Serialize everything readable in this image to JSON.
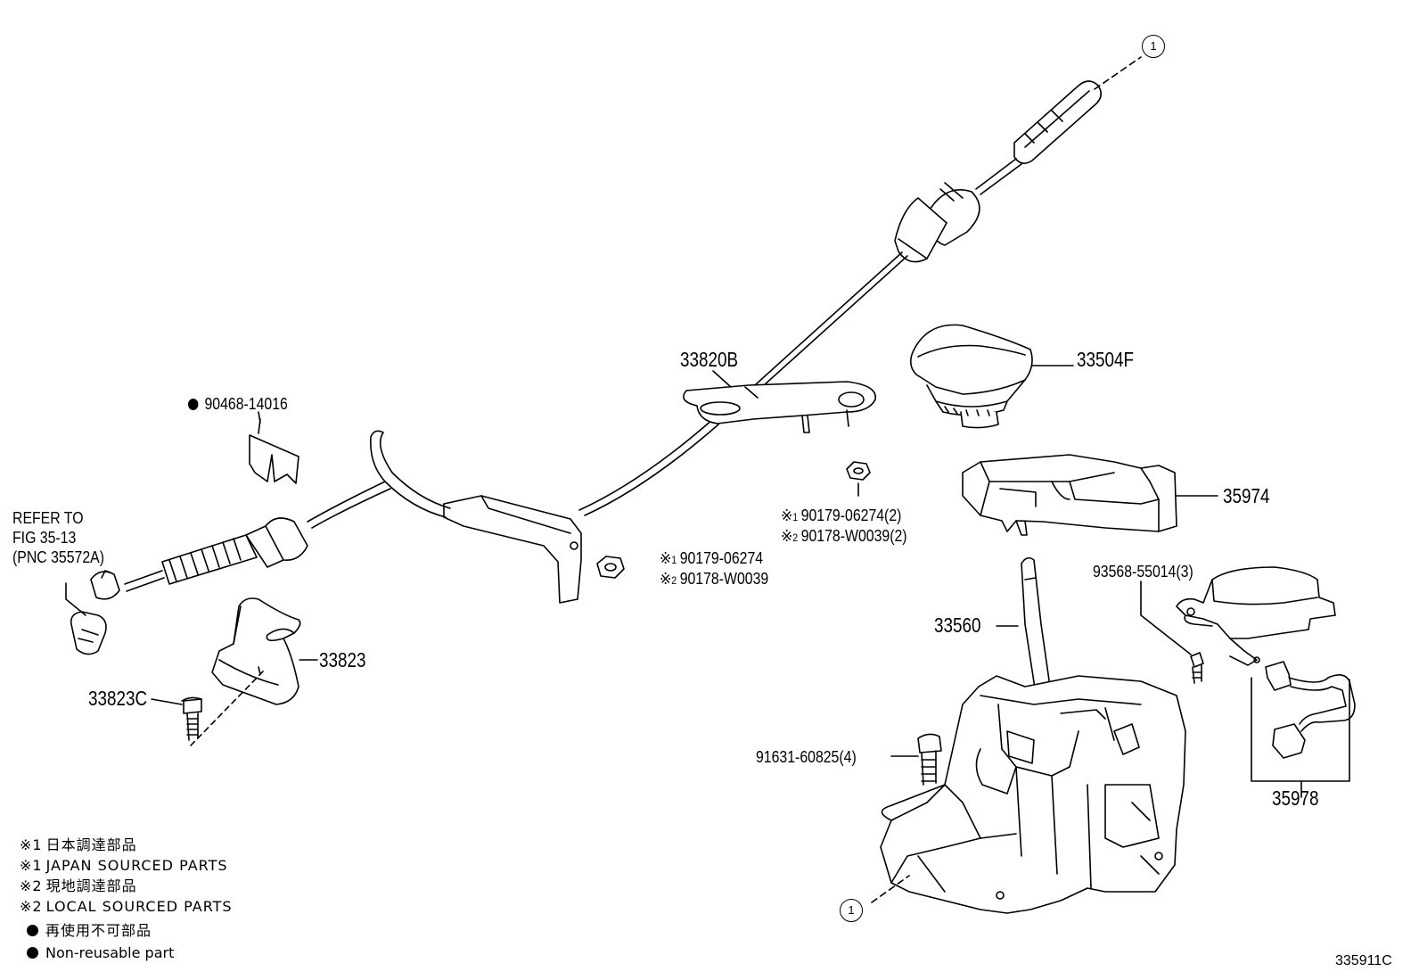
{
  "labels": {
    "p33820B": "33820B",
    "p33504F": "33504F",
    "p35974": "35974",
    "p33560": "33560",
    "p33823": "33823",
    "p33823C": "33823C",
    "p35978": "35978",
    "p90468": "90468-14016",
    "refer_line1": "REFER TO",
    "refer_line2": "FIG 35-13",
    "refer_line3": "(PNC 35572A)",
    "nut_a_line1": "90179-06274",
    "nut_a_line2": "90178-W0039",
    "nut_b_line1": "90179-06274(2)",
    "nut_b_line2": "90178-W0039(2)",
    "p93568": "93568-55014(3)",
    "p91631": "91631-60825(4)",
    "ref_mark": "※",
    "mark1": "1",
    "mark2": "2",
    "circle_ref": "1",
    "figure_id": "335911C"
  },
  "legend": {
    "line1_mark": "※1",
    "line1_text": "日本調達部品",
    "line2_mark": "※1",
    "line2_text": "JAPAN SOURCED PARTS",
    "line3_mark": "※2",
    "line3_text": "現地調達部品",
    "line4_mark": "※2",
    "line4_text": "LOCAL SOURCED PARTS",
    "line5_text": "再使用不可部品",
    "line6_text": "Non-reusable part"
  }
}
